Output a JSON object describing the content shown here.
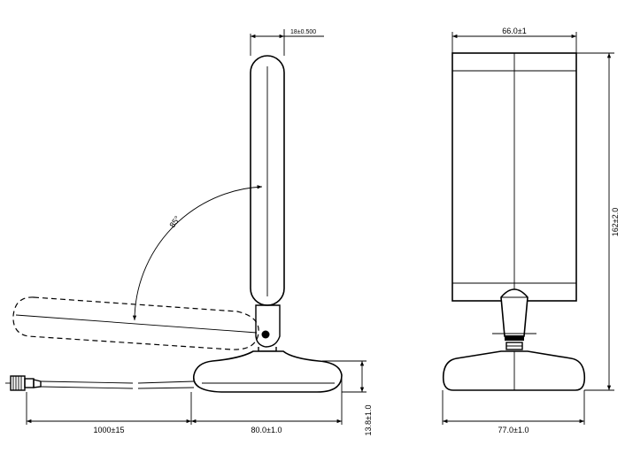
{
  "dimensions": {
    "antenna_width": "18±0.500",
    "angle": "85°",
    "cable_length": "1000±15",
    "base_length": "80.0±1.0",
    "base_height": "13.8±1.0",
    "front_width": "66.0±1",
    "total_height": "162±2.0",
    "front_base_width": "77.0±1.0"
  }
}
